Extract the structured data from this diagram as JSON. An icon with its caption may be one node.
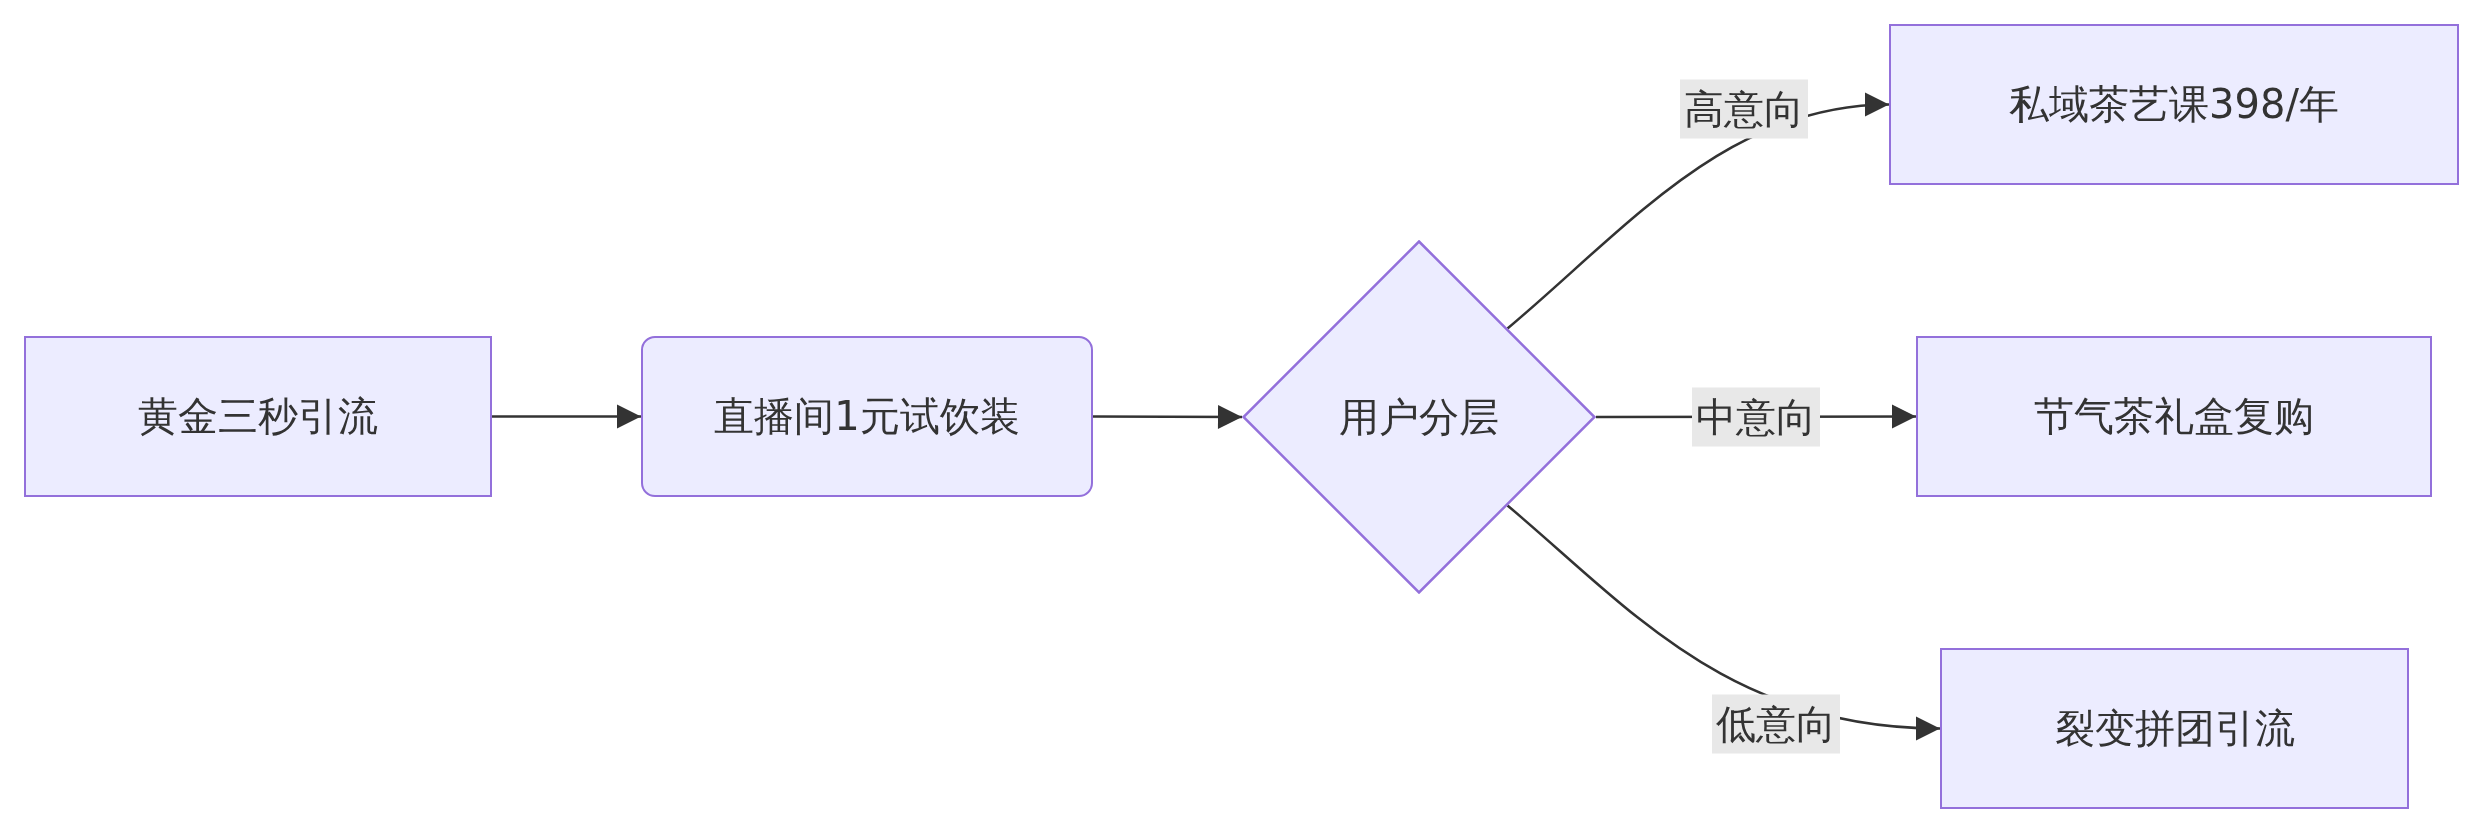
{
  "diagram": {
    "nodes": [
      {
        "text": [
          "黄金三秒引流"
        ]
      },
      {
        "text": [
          "直播间1元试饮装"
        ]
      },
      {
        "text": [
          "用户分层"
        ]
      },
      {
        "text": [
          "私域茶艺课398/年"
        ]
      },
      {
        "text": [
          "节气茶礼盒复购"
        ]
      },
      {
        "text": [
          "裂变拼团引流"
        ]
      }
    ],
    "edges": [
      {
        "from": 0,
        "to": 1,
        "arrow": "to"
      },
      {
        "from": 1,
        "to": 2,
        "arrow": "to"
      },
      {
        "from": 2,
        "to": 3,
        "arrow": "to",
        "label": "高意向"
      },
      {
        "from": 2,
        "to": 4,
        "arrow": "to",
        "label": "中意向"
      },
      {
        "from": 2,
        "to": 5,
        "arrow": "to",
        "label": "低意向"
      }
    ]
  }
}
